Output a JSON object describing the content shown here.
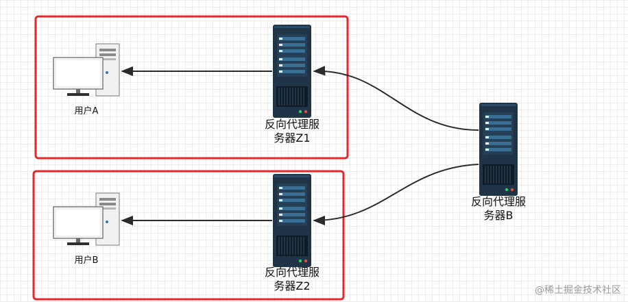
{
  "diagram": {
    "groups": [
      {
        "id": "group-a",
        "border_color": "#e8262b"
      },
      {
        "id": "group-b",
        "border_color": "#e8262b"
      }
    ],
    "nodes": {
      "user_a": {
        "label": "用户A",
        "icon": "desktop-computer-icon"
      },
      "user_b": {
        "label": "用户B",
        "icon": "desktop-computer-icon"
      },
      "proxy_z1": {
        "label_line1": "反向代理服",
        "label_line2": "务器Z1",
        "icon": "server-rack-icon"
      },
      "proxy_z2": {
        "label_line1": "反向代理服",
        "label_line2": "务器Z2",
        "icon": "server-rack-icon"
      },
      "proxy_b": {
        "label_line1": "反向代理服",
        "label_line2": "务器B",
        "icon": "server-rack-icon"
      }
    },
    "edges": [
      {
        "from": "proxy_z1",
        "to": "user_a"
      },
      {
        "from": "proxy_z2",
        "to": "user_b"
      },
      {
        "from": "proxy_b",
        "to": "proxy_z1"
      },
      {
        "from": "proxy_b",
        "to": "proxy_z2"
      }
    ],
    "colors": {
      "server_body": "#1f3446",
      "server_panel": "#3a6f95",
      "edge": "#2b2b2b"
    }
  },
  "watermark": "@稀土掘金技术社区"
}
